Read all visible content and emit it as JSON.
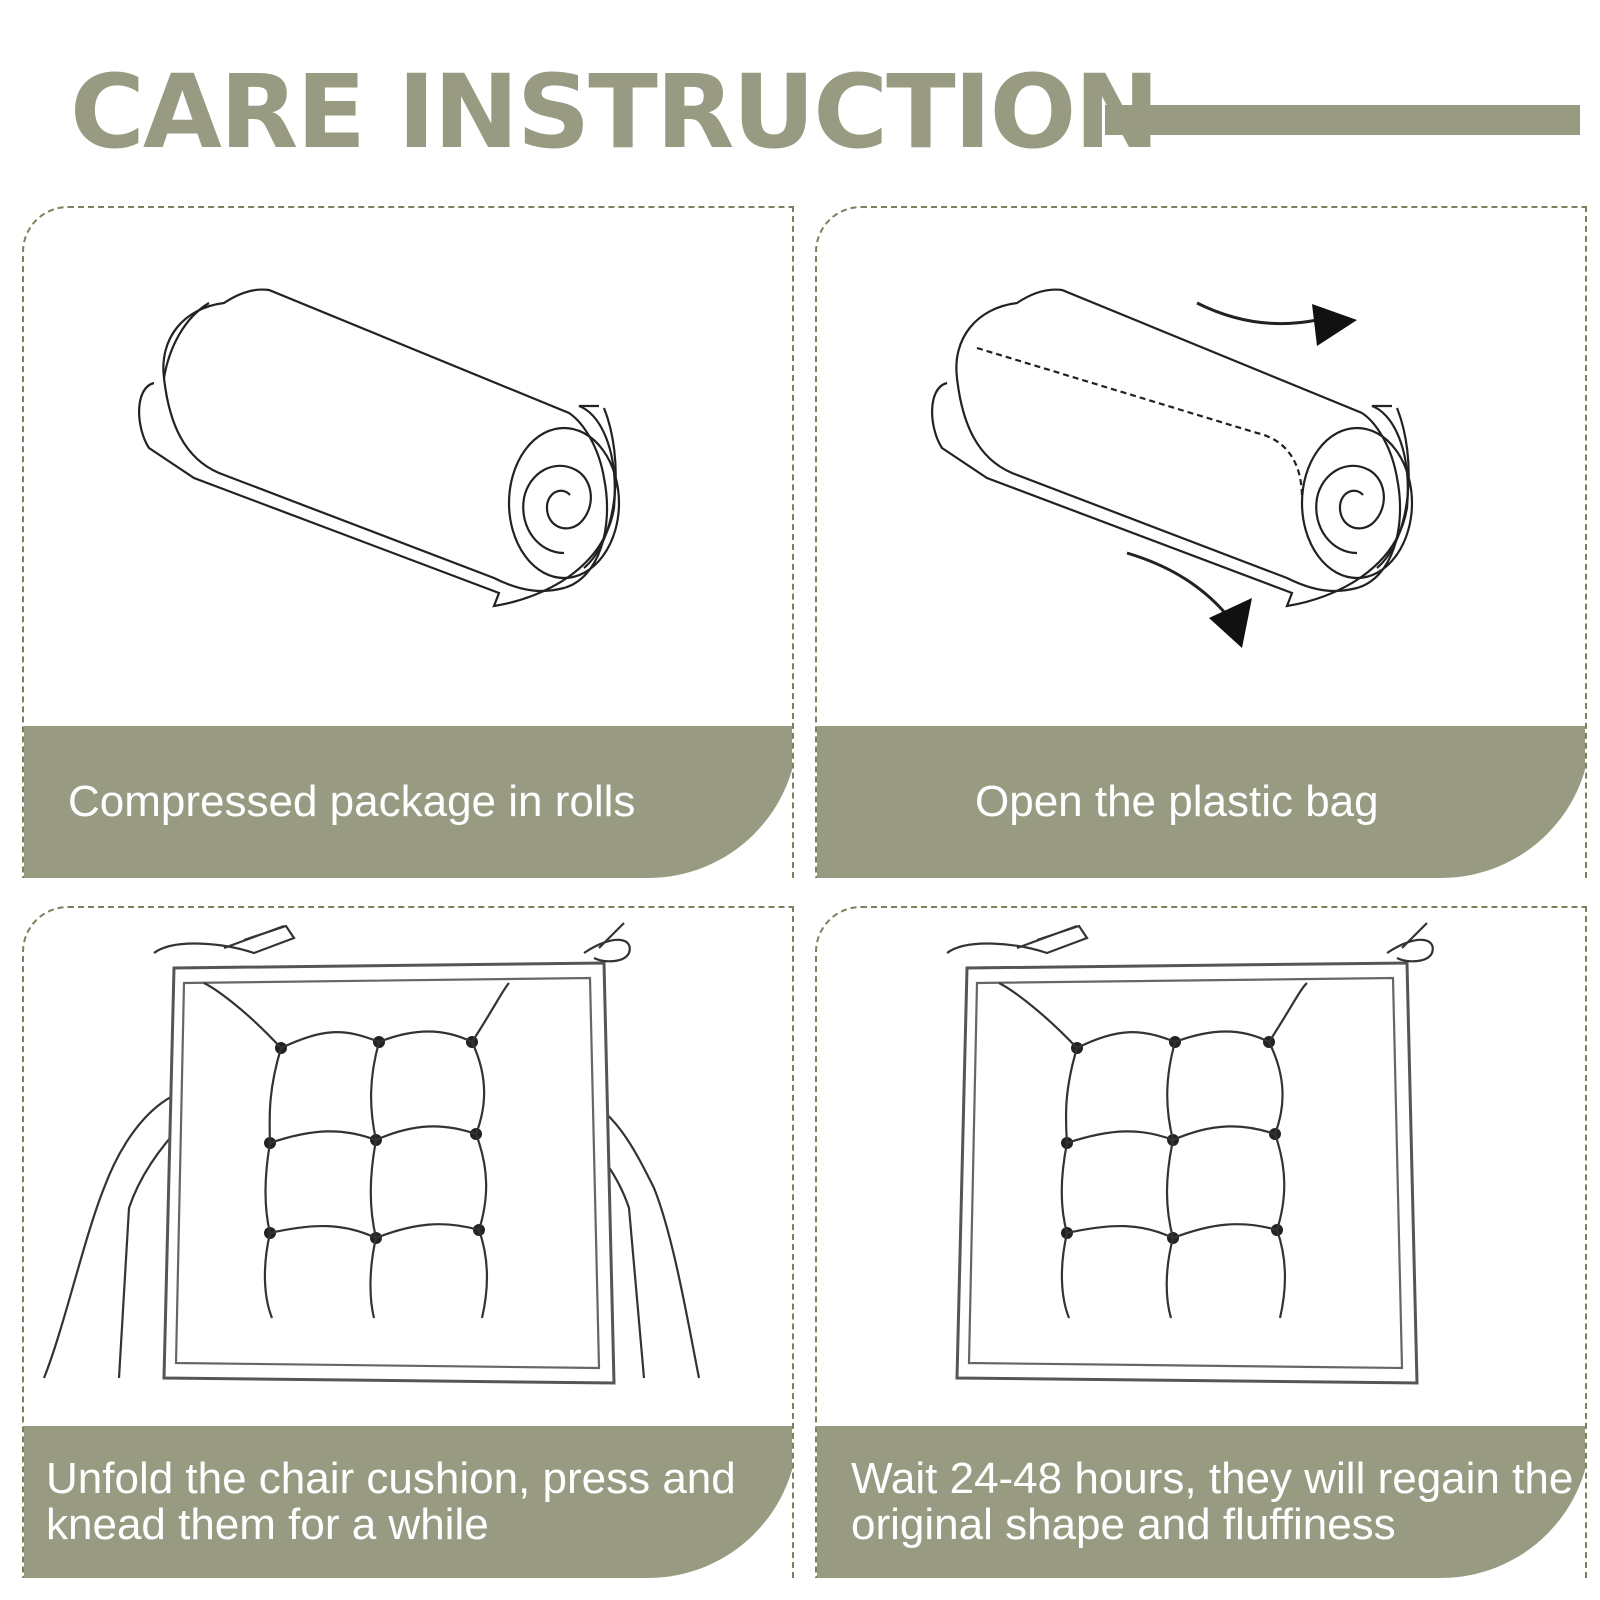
{
  "header": {
    "title": "CARE INSTRUCTION"
  },
  "steps": [
    {
      "caption": "Compressed package in rolls",
      "illustration": "rolled-cushion-icon"
    },
    {
      "caption": "Open the plastic bag",
      "illustration": "unrolling-cushion-icon"
    },
    {
      "caption": "Unfold the chair cushion, press and knead them for a while",
      "illustration": "hands-kneading-cushion-icon"
    },
    {
      "caption": "Wait 24-48 hours, they will regain the original shape and fluffiness",
      "illustration": "fluffy-cushion-icon"
    }
  ],
  "colors": {
    "accent": "#989a82",
    "dash": "#7c805f",
    "caption_text": "#ffffff"
  }
}
